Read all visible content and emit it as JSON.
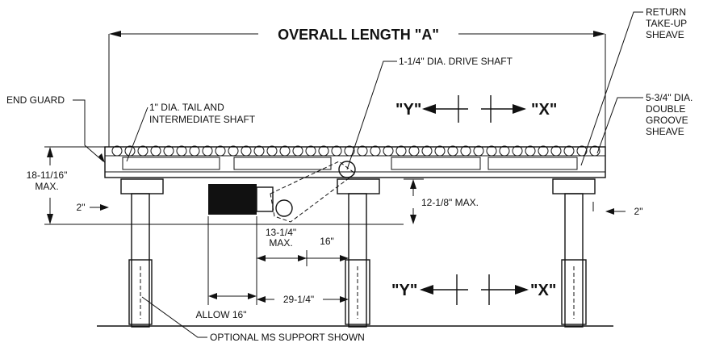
{
  "labels": {
    "overall_length": "OVERALL LENGTH \"A\"",
    "drive_shaft": "1-1/4\" DIA. DRIVE SHAFT",
    "return_takeup_1": "RETURN",
    "return_takeup_2": "TAKE-UP",
    "return_takeup_3": "SHEAVE",
    "end_guard": "END GUARD",
    "tail_shaft_1": "1\" DIA. TAIL AND",
    "tail_shaft_2": "INTERMEDIATE SHAFT",
    "double_sheave_1": "5-3/4\" DIA.",
    "double_sheave_2": "DOUBLE",
    "double_sheave_3": "GROOVE",
    "double_sheave_4": "SHEAVE",
    "height_max_1": "18-11/16\"",
    "height_max_2": "MAX.",
    "left_offset": "2\"",
    "right_offset": "2\"",
    "drop_max": "12-1/8\" MAX.",
    "motor_width_1": "13-1/4\"",
    "motor_width_2": "MAX.",
    "gap": "16\"",
    "allow": "ALLOW 16\"",
    "drive_offset": "29-1/4\"",
    "support_note": "OPTIONAL MS SUPPORT SHOWN",
    "y_label": "\"Y\"",
    "x_label": "\"X\""
  }
}
